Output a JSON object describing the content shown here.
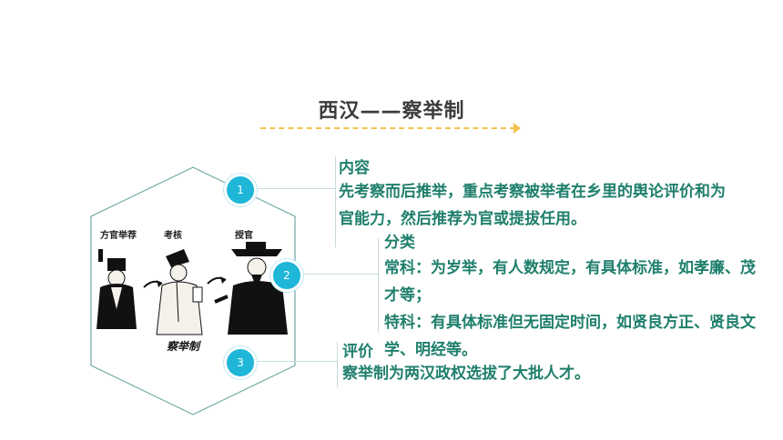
{
  "slide": {
    "title": "西汉——察举制"
  },
  "illustration": {
    "captions": [
      "方官举荐",
      "考核",
      "授官"
    ],
    "seal_text": "察举制"
  },
  "nodes": [
    "1",
    "2",
    "3"
  ],
  "sections": {
    "content": {
      "heading": "内容",
      "text": "先考察而后推举，重点考察被举者在乡里的舆论评价和为官能力，然后推荐为官或提拔任用。"
    },
    "classification": {
      "heading": "分类",
      "regular": "常科：为岁举，有人数规定，有具体标准，如孝廉、茂才等；",
      "special": "特科：有具体标准但无固定时间，如贤良方正、贤良文学、明经等。"
    },
    "evaluation": {
      "heading": "评价",
      "text": "察举制为两汉政权选拔了大批人才。"
    }
  },
  "colors": {
    "accent": "#1fb6d8",
    "text": "#1f7f6c",
    "rule": "#f3c24a"
  }
}
